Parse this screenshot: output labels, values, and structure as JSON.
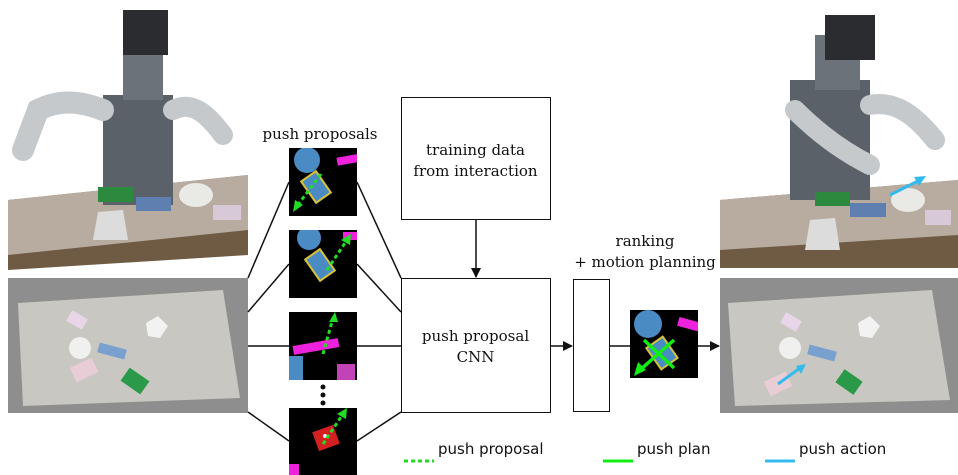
{
  "labels": {
    "push_proposals": "push proposals",
    "training_line1": "training data",
    "training_line2": "from interaction",
    "cnn_line1": "push proposal",
    "cnn_line2": "CNN",
    "ranking_line1": "ranking",
    "ranking_line2": "+ motion planning"
  },
  "legend": {
    "proposal": "push proposal",
    "plan": "push plan",
    "action": "push action"
  },
  "colors": {
    "proposal": "#22dd22",
    "plan": "#11ee11",
    "action": "#33bbee",
    "magenta": "#ee22dd",
    "blue_object": "#4a8bc4",
    "yellow_edge": "#d6c23a"
  }
}
